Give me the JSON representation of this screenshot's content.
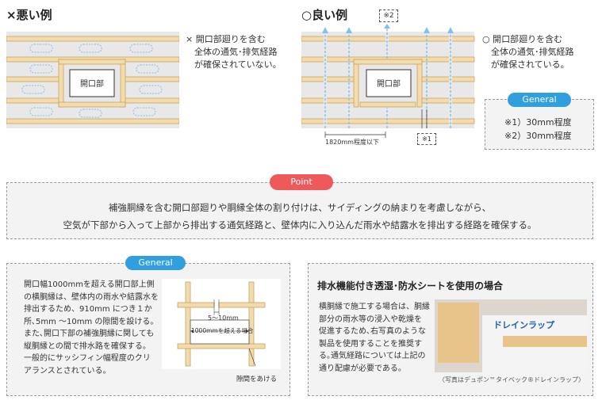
{
  "bad": {
    "title": "×悪い例",
    "opening_label": "開口部",
    "note": "× 開口部廻りを含む\n　全体の通気･排気経路\n　が確保されていない。"
  },
  "good": {
    "title": "○良い例",
    "opening_label": "開口部",
    "note": "○ 開口部廻りを含む\n　全体の通気･排気経路\n　が確保されている。",
    "marker_1": "※1",
    "marker_2": "※2",
    "spacing_label": "1820mm程度以下"
  },
  "general_top": {
    "badge": "General",
    "line_1": "※1）30mm程度",
    "line_2": "※2）30mm程度"
  },
  "point": {
    "badge": "Point",
    "line_1": "補強胴縁を含む開口部廻りや胴縁全体の割り付けは、サイディングの納まりを考慮しながら、",
    "line_2": "空気が下部から入って上部から排出する通気経路と、壁体内に入り込んだ雨水や結露水を排出する経路を確保する。"
  },
  "general_bottom": {
    "badge": "General",
    "text": "開口幅1000mmを超える開口部上側\nの横胴縁は、壁体内の雨水や結露水を\n排出するため、910mm につき１か\n所､5mm ～10mm の隙間を設ける。\nまた､開口下部の補強胴縁に関しても\n縦胴縁との間で排水路を確保する。\n一般的にサッシフィン幅程度のクリ\nアランスとされている。",
    "gap_label": "5～10mm",
    "width_label": "1000mmを超える場合",
    "leave_gap_label": "隙間をあける"
  },
  "drain": {
    "title": "排水機能付き透湿･防水シートを使用の場合",
    "text": "横胴縁で施工する場合は、胴縁\n部分の雨水等の浸入や乾燥を\n促進するため､右写真のような\n製品を使用することを推奨す\nる｡通気経路については上記の\n通り配慮が必要である。",
    "photo_text": "ドレインラップ",
    "caption": "〈写真はデュポン™タイベック®ドレインラップ〉"
  },
  "colors": {
    "wood_fill": "#f2dcae",
    "wood_stroke": "#caa15e",
    "arrow_blue": "#7ec2ee",
    "badge_blue": "#2f9fe0",
    "badge_red": "#ee5a5a"
  }
}
